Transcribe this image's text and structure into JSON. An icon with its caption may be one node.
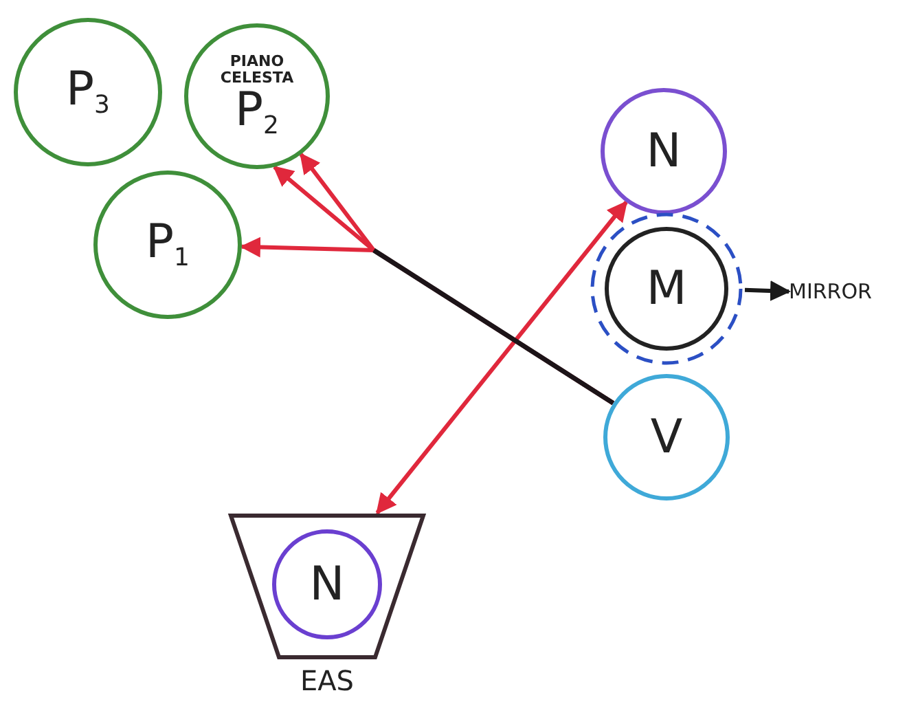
{
  "diagram": {
    "nodes": [
      {
        "text": [
          "P$_{3}$"
        ]
      },
      {
        "text": [
          "PIANO CELESTA",
          "P$_{2}$"
        ]
      },
      {
        "text": [
          "P$_{1}$"
        ]
      },
      {
        "text": [
          "N"
        ]
      },
      {
        "text": [
          "M"
        ]
      },
      {
        "text": [
          "V"
        ]
      },
      {
        "text": [
          "EAS"
        ]
      },
      {
        "text": [
          "N"
        ],
        "in": 6
      },
      {
        "text": [
          "MIRROR"
        ]
      }
    ],
    "edges": [
      {
        "from": 5,
        "to": 2,
        "arrow": "to"
      },
      {
        "from": 5,
        "to": 1,
        "arrow": "to"
      },
      {
        "from": 5,
        "to": 1,
        "arrow": "to"
      },
      {
        "from": 3,
        "to": 6,
        "arrow": "both"
      },
      {
        "from": 4,
        "to": 8,
        "arrow": "to",
        "color": "#1a1a1a"
      }
    ]
  }
}
